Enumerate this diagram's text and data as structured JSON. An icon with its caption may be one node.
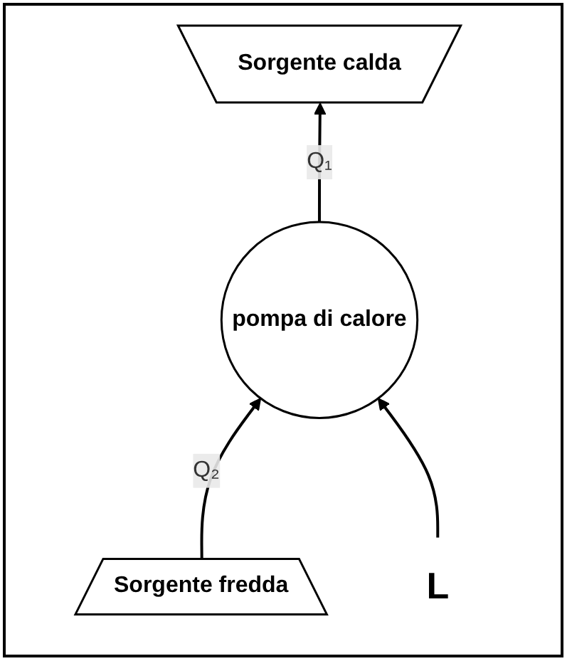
{
  "diagram": {
    "nodes": [
      {
        "text": [
          "Sorgente calda"
        ]
      },
      {
        "text": [
          "pompa di calore"
        ]
      },
      {
        "text": [
          "Sorgente fredda"
        ]
      },
      {
        "text": [
          "L"
        ]
      }
    ],
    "edges": [
      {
        "from": 1,
        "to": 0,
        "arrow": "to",
        "label": "Q₁"
      },
      {
        "from": 2,
        "to": 1,
        "arrow": "to",
        "label": "Q₂"
      },
      {
        "from": 3,
        "to": 1,
        "arrow": "to"
      }
    ]
  }
}
